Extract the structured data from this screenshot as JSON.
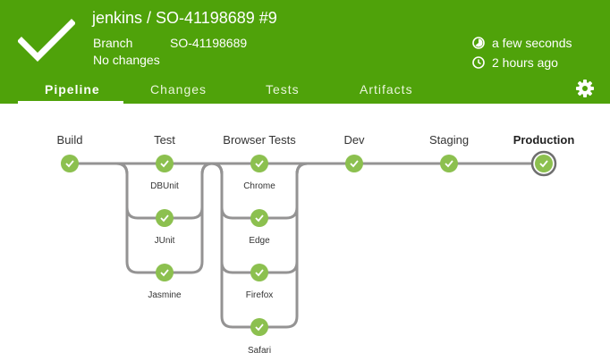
{
  "header": {
    "title": "jenkins / SO-41198689 #9",
    "branch_label": "Branch",
    "branch_value": "SO-41198689",
    "changes": "No changes",
    "duration": "a few seconds",
    "started": "2 hours ago",
    "duration_icon": "pie-timer-icon",
    "started_icon": "clock-icon",
    "status_icon": "success-check-icon",
    "settings_icon": "gear-icon",
    "accent_color": "#4fa20a"
  },
  "tabs": [
    {
      "label": "Pipeline",
      "active": true
    },
    {
      "label": "Changes",
      "active": false
    },
    {
      "label": "Tests",
      "active": false
    },
    {
      "label": "Artifacts",
      "active": false
    }
  ],
  "pipeline": {
    "stages": [
      {
        "name": "Build",
        "selected": false,
        "status": "success"
      },
      {
        "name": "Test",
        "selected": false,
        "status": "success",
        "branches": [
          "DBUnit",
          "JUnit",
          "Jasmine"
        ]
      },
      {
        "name": "Browser Tests",
        "selected": false,
        "status": "success",
        "branches": [
          "Chrome",
          "Edge",
          "Firefox",
          "Safari"
        ]
      },
      {
        "name": "Dev",
        "selected": false,
        "status": "success"
      },
      {
        "name": "Staging",
        "selected": false,
        "status": "success"
      },
      {
        "name": "Production",
        "selected": true,
        "status": "success"
      }
    ],
    "node_color": "#8cc04f",
    "line_color": "#949393"
  }
}
